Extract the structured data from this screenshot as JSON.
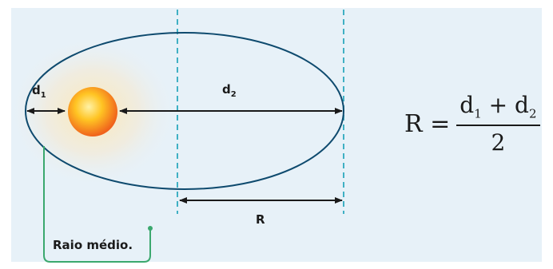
{
  "diagram": {
    "labels": {
      "d1": "d",
      "d1_sub": "1",
      "d2": "d",
      "d2_sub": "2",
      "r": "R"
    },
    "callout": "Raio médio.",
    "formula": {
      "lhs": "R =",
      "numerator_a": "d",
      "numerator_a_sub": "1",
      "plus": " + ",
      "numerator_b": "d",
      "numerator_b_sub": "2",
      "denominator": "2"
    },
    "colors": {
      "panel": "#e7f1f8",
      "orbit": "#0e4a6e",
      "dashed": "#3fb0c4",
      "callout": "#3ba86e",
      "sun_core": "#ffd23a",
      "sun_edge": "#f26b1d"
    }
  }
}
